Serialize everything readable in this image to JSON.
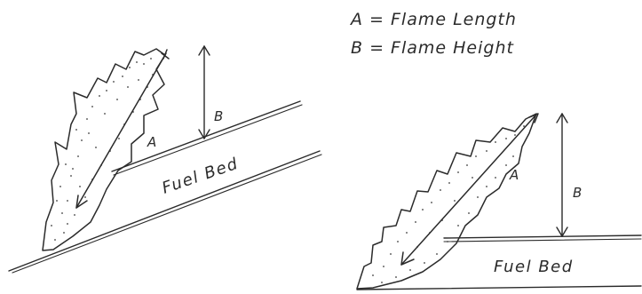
{
  "legend": {
    "line_a": "A = Flame Length",
    "line_b": "B = Flame Height"
  },
  "left_figure": {
    "label_a": "A",
    "label_b": "B",
    "fuel_bed": "Fuel Bed"
  },
  "right_figure": {
    "label_a": "A",
    "label_b": "B",
    "fuel_bed": "Fuel Bed"
  }
}
